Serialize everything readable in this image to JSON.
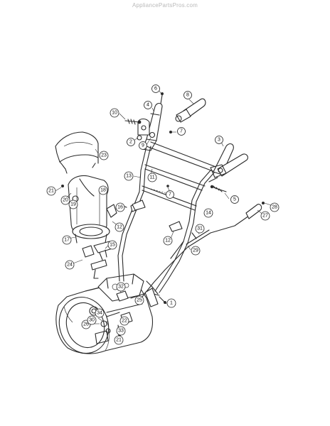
{
  "watermark": "AppliancePartsPros.com",
  "callouts": [
    {
      "id": "callout-1",
      "label": "1"
    },
    {
      "id": "callout-2",
      "label": "2"
    },
    {
      "id": "callout-3",
      "label": "3"
    },
    {
      "id": "callout-4",
      "label": "4"
    },
    {
      "id": "callout-5",
      "label": "5"
    },
    {
      "id": "callout-6",
      "label": "6"
    },
    {
      "id": "callout-7a",
      "label": "7"
    },
    {
      "id": "callout-7b",
      "label": "7"
    },
    {
      "id": "callout-8",
      "label": "8"
    },
    {
      "id": "callout-9",
      "label": "9"
    },
    {
      "id": "callout-10",
      "label": "10"
    },
    {
      "id": "callout-11",
      "label": "11"
    },
    {
      "id": "callout-12a",
      "label": "12"
    },
    {
      "id": "callout-12b",
      "label": "12"
    },
    {
      "id": "callout-13",
      "label": "13"
    },
    {
      "id": "callout-14",
      "label": "14"
    },
    {
      "id": "callout-15",
      "label": "15"
    },
    {
      "id": "callout-16",
      "label": "16"
    },
    {
      "id": "callout-17",
      "label": "17"
    },
    {
      "id": "callout-18",
      "label": "18"
    },
    {
      "id": "callout-19",
      "label": "19"
    },
    {
      "id": "callout-20",
      "label": "20"
    },
    {
      "id": "callout-21a",
      "label": "21"
    },
    {
      "id": "callout-21b",
      "label": "21"
    },
    {
      "id": "callout-22",
      "label": "22"
    },
    {
      "id": "callout-23",
      "label": "23"
    },
    {
      "id": "callout-24",
      "label": "24"
    },
    {
      "id": "callout-25",
      "label": "25"
    },
    {
      "id": "callout-26",
      "label": "26"
    },
    {
      "id": "callout-27",
      "label": "27"
    },
    {
      "id": "callout-28",
      "label": "28"
    },
    {
      "id": "callout-29",
      "label": "29"
    },
    {
      "id": "callout-30",
      "label": "30"
    },
    {
      "id": "callout-31",
      "label": "31"
    },
    {
      "id": "callout-32",
      "label": "32"
    },
    {
      "id": "callout-33",
      "label": "33"
    },
    {
      "id": "callout-34",
      "label": "34"
    }
  ]
}
